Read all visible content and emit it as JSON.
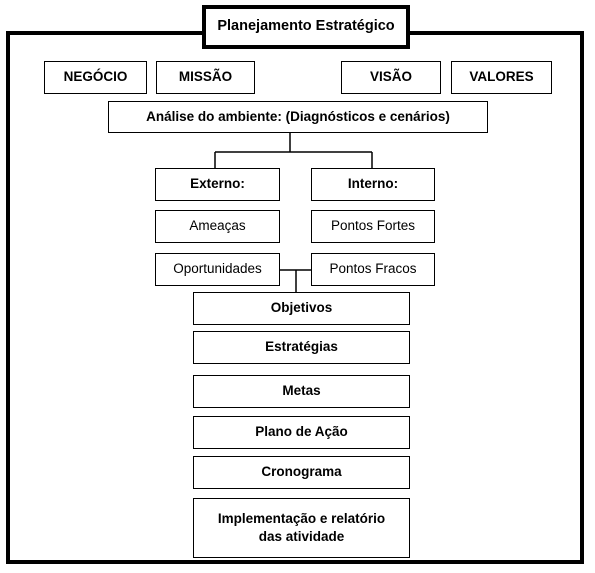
{
  "title": "Planejamento Estratégico",
  "top_row": [
    "NEGÓCIO",
    "MISSÃO",
    "VISÃO",
    "VALORES"
  ],
  "analysis": "Análise do ambiente: (Diagnósticos e cenários)",
  "external": {
    "heading": "Externo:",
    "items": [
      "Ameaças",
      "Oportunidades"
    ]
  },
  "internal": {
    "heading": "Interno:",
    "items": [
      "Pontos Fortes",
      "Pontos Fracos"
    ]
  },
  "steps": [
    "Objetivos",
    "Estratégias",
    "Metas",
    "Plano de Ação",
    "Cronograma",
    "Implementação e relatório das atividade"
  ]
}
